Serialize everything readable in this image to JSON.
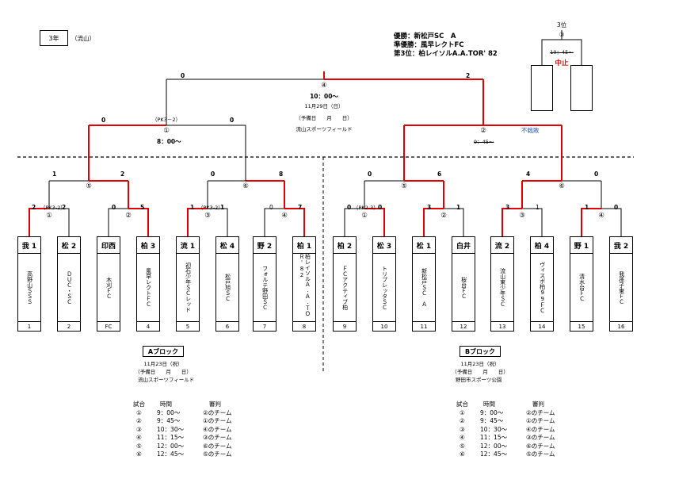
{
  "header": {
    "grade": "3年",
    "venue": "（流山）",
    "results": [
      "優勝：新松戸SC　A",
      "準優勝：風早レクトFC",
      "第3位：柏レイソルA.A.TOR' 82"
    ]
  },
  "third_place": {
    "title": "3位",
    "match_no": "③",
    "time": "10：45～",
    "status": "中止"
  },
  "final": {
    "match_no": "④",
    "time": "10：00～",
    "date": "11月29日（日）",
    "reserve": "（予備日　　月　　日）",
    "venue": "流山スポーツフィールド",
    "score_left": "0",
    "score_right": "2"
  },
  "semis": [
    {
      "match_no": "①",
      "time": "8：00～",
      "pk": "（PK3－2）",
      "score_left": "0",
      "score_right": "0"
    },
    {
      "match_no": "②",
      "time": "9：45～",
      "status": "不戦敗"
    }
  ],
  "quarters": [
    {
      "match_no": "⑤",
      "score_left": "1",
      "score_right": "2"
    },
    {
      "match_no": "⑥",
      "score_left": "0",
      "score_right": "8"
    },
    {
      "match_no": "⑤",
      "score_left": "0",
      "score_right": "6"
    },
    {
      "match_no": "⑥",
      "score_left": "4",
      "score_right": "0"
    }
  ],
  "firsts": [
    {
      "match_no": "①",
      "pk": "（PK3-2）",
      "score_left": "2",
      "score_right": "2"
    },
    {
      "match_no": "②",
      "score_left": "0",
      "score_right": "5"
    },
    {
      "match_no": "③",
      "pk": "（PK3-2）",
      "score_left": "1",
      "score_right": "1"
    },
    {
      "match_no": "④",
      "score_left": "0",
      "score_right": "7"
    },
    {
      "match_no": "①",
      "pk": "（PK2-3）",
      "score_left": "0",
      "score_right": "0"
    },
    {
      "match_no": "②",
      "score_left": "3",
      "score_right": "1"
    },
    {
      "match_no": "③",
      "score_left": "3",
      "score_right": "1"
    },
    {
      "match_no": "④",
      "score_left": "1",
      "score_right": "0"
    }
  ],
  "teams": [
    {
      "seed": "我 1",
      "name": "高野山ＳＳＳ",
      "num": "1"
    },
    {
      "seed": "松 2",
      "name": "ＤＵＣ・ＳＣ",
      "num": "2"
    },
    {
      "seed": "印西",
      "name": "木刈ＦＣ",
      "num": "FC"
    },
    {
      "seed": "柏 3",
      "name": "風早レクトＦＣ",
      "num": "4"
    },
    {
      "seed": "流 1",
      "name": "初石少年ＳＣレッド",
      "num": "5"
    },
    {
      "seed": "松 4",
      "name": "松戸旭ＳＣ",
      "num": "6"
    },
    {
      "seed": "野 2",
      "name": "フォルテ野田ＳＣ",
      "num": "7"
    },
    {
      "seed": "柏 1",
      "name": "柏レイソルＡ.Ａ.ＴＯＲ'82",
      "num": "8"
    },
    {
      "seed": "柏 2",
      "name": "ＦＣアクティブ柏",
      "num": "9"
    },
    {
      "seed": "松 3",
      "name": "トリプレッタＳＣ",
      "num": "10"
    },
    {
      "seed": "松 1",
      "name": "新松戸ＳＣ　Ａ",
      "num": "11"
    },
    {
      "seed": "白井",
      "name": "桜台ＦＣ",
      "num": "12"
    },
    {
      "seed": "流 2",
      "name": "流山東少年ＳＣ",
      "num": "13"
    },
    {
      "seed": "柏 4",
      "name": "ヴィスポ柏99ＦＣ",
      "num": "14"
    },
    {
      "seed": "野 1",
      "name": "清水台ＦＣ",
      "num": "15"
    },
    {
      "seed": "我 2",
      "name": "我孫子東ＦＣ",
      "num": "16"
    }
  ],
  "blocks": [
    {
      "label": "Aブロック",
      "date": "11月23日（祝）",
      "reserve": "（予備日　　月　　日）",
      "venue": "流山スポーツフィールド",
      "schedule_header": [
        "試合",
        "時間",
        "審判"
      ],
      "schedule": [
        [
          "①",
          "9：00～",
          "②のチーム"
        ],
        [
          "②",
          "9：45～",
          "①のチーム"
        ],
        [
          "③",
          "10：30～",
          "④のチーム"
        ],
        [
          "④",
          "11：15～",
          "③のチーム"
        ],
        [
          "⑤",
          "12：00～",
          "⑥のチーム"
        ],
        [
          "⑥",
          "12：45～",
          "⑤のチーム"
        ]
      ]
    },
    {
      "label": "Bブロック",
      "date": "11月23日（祝）",
      "reserve": "（予備日　　月　　日）",
      "venue": "野田市スポーツ公園",
      "schedule_header": [
        "試合",
        "時間",
        "審判"
      ],
      "schedule": [
        [
          "①",
          "9：00～",
          "②のチーム"
        ],
        [
          "②",
          "9：45～",
          "①のチーム"
        ],
        [
          "③",
          "10：30～",
          "④のチーム"
        ],
        [
          "④",
          "11：15～",
          "③のチーム"
        ],
        [
          "⑤",
          "12：00～",
          "⑥のチーム"
        ],
        [
          "⑥",
          "12：45～",
          "⑤のチーム"
        ]
      ]
    }
  ],
  "colors": {
    "winner_line": "#e00000",
    "line": "#000000",
    "status_blue": "#2a5db0"
  }
}
